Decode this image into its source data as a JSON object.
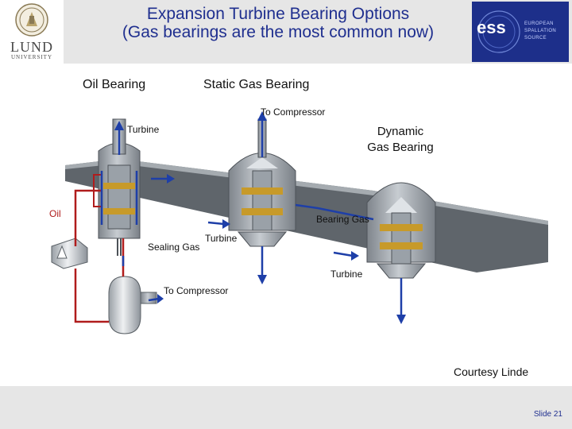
{
  "title_line1": "Expansion Turbine Bearing Options",
  "title_line2": "(Gas bearings are the most common now)",
  "logo_left": {
    "name": "LUND",
    "sub": "UNIVERSITY"
  },
  "logo_right": {
    "mark": "ess",
    "line1": "EUROPEAN",
    "line2": "SPALLATION",
    "line3": "SOURCE"
  },
  "labels": {
    "oil_bearing": "Oil Bearing",
    "static_gas_bearing": "Static Gas Bearing",
    "dynamic_line1": "Dynamic",
    "dynamic_line2": "Gas Bearing",
    "to_compressor_top": "To Compressor",
    "turbine_left": "Turbine",
    "oil": "Oil",
    "bearing_gas": "Bearing Gas",
    "sealing_gas": "Sealing Gas",
    "turbine_mid": "Turbine",
    "turbine_right": "Turbine",
    "to_compressor_bottom": "To Compressor",
    "courtesy": "Courtesy Linde"
  },
  "slide_number": "Slide 21",
  "colors": {
    "title": "#1f2f8f",
    "header_bg": "#e6e6e6",
    "ess_blue": "#1d2f8a",
    "oil_red": "#b01c1c",
    "gas_blue": "#1e3fa8"
  }
}
